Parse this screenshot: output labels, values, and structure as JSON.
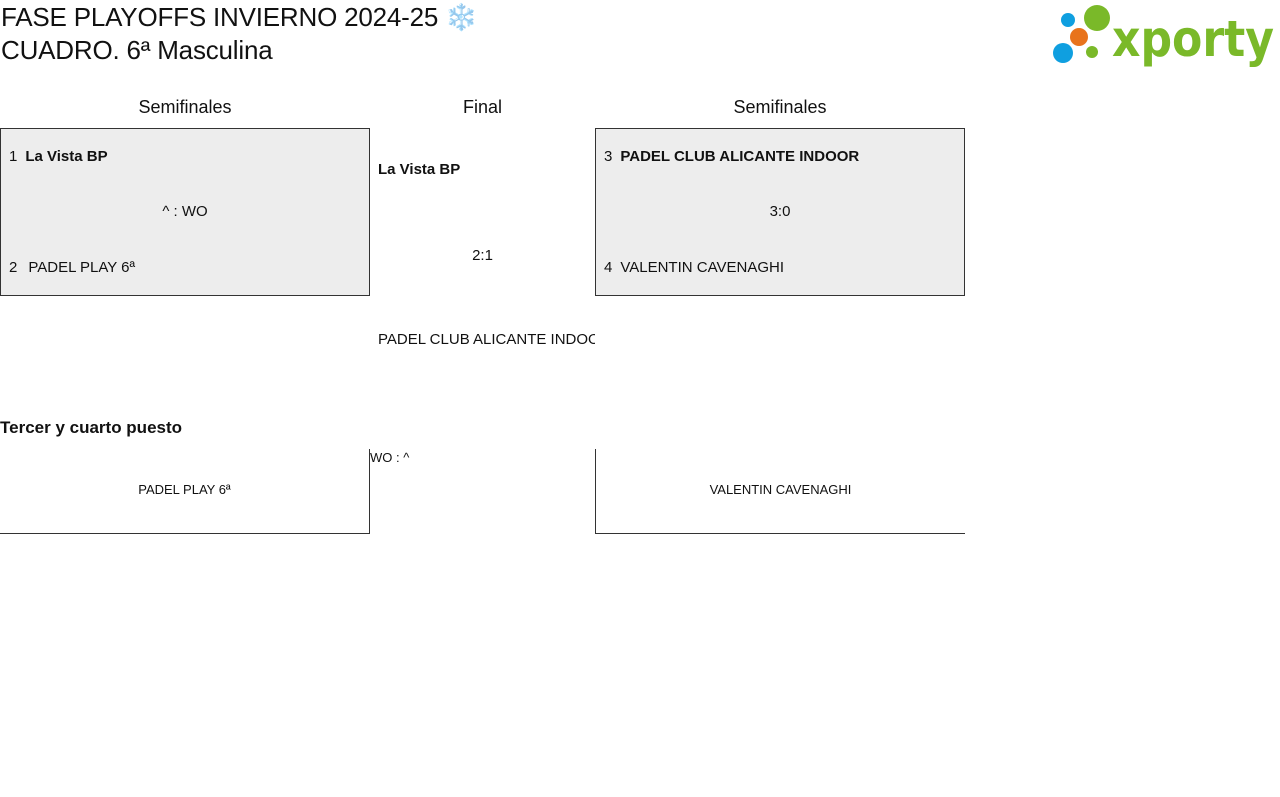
{
  "header": {
    "title_line1": "FASE PLAYOFFS INVIERNO 2024-25 ❄️",
    "title_line2": "CUADRO. 6ª Masculina",
    "logo_text": "xporty",
    "logo_colors": {
      "blue": "#0f9fe0",
      "orange": "#e8731c",
      "green": "#7ab929"
    }
  },
  "columns": {
    "left": "Semifinales",
    "center": "Final",
    "right": "Semifinales"
  },
  "semifinal_left": {
    "team1_seed": "1",
    "team1_name": "La Vista BP",
    "score": "^ : WO",
    "team2_seed": "2",
    "team2_name": "PADEL PLAY 6ª"
  },
  "semifinal_right": {
    "team1_seed": "3",
    "team1_name": "PADEL CLUB ALICANTE INDOOR",
    "score": "3:0",
    "team2_seed": "4",
    "team2_name": "VALENTIN CAVENAGHI"
  },
  "final": {
    "team1": "La Vista BP",
    "score": "2:1",
    "team2": "PADEL CLUB ALICANTE INDOOR"
  },
  "third_place": {
    "title": "Tercer y cuarto puesto",
    "team_left": "PADEL PLAY 6ª",
    "score": "WO : ^",
    "team_right": "VALENTIN CAVENAGHI"
  },
  "colors": {
    "box_bg": "#ededed",
    "border": "#333333"
  }
}
